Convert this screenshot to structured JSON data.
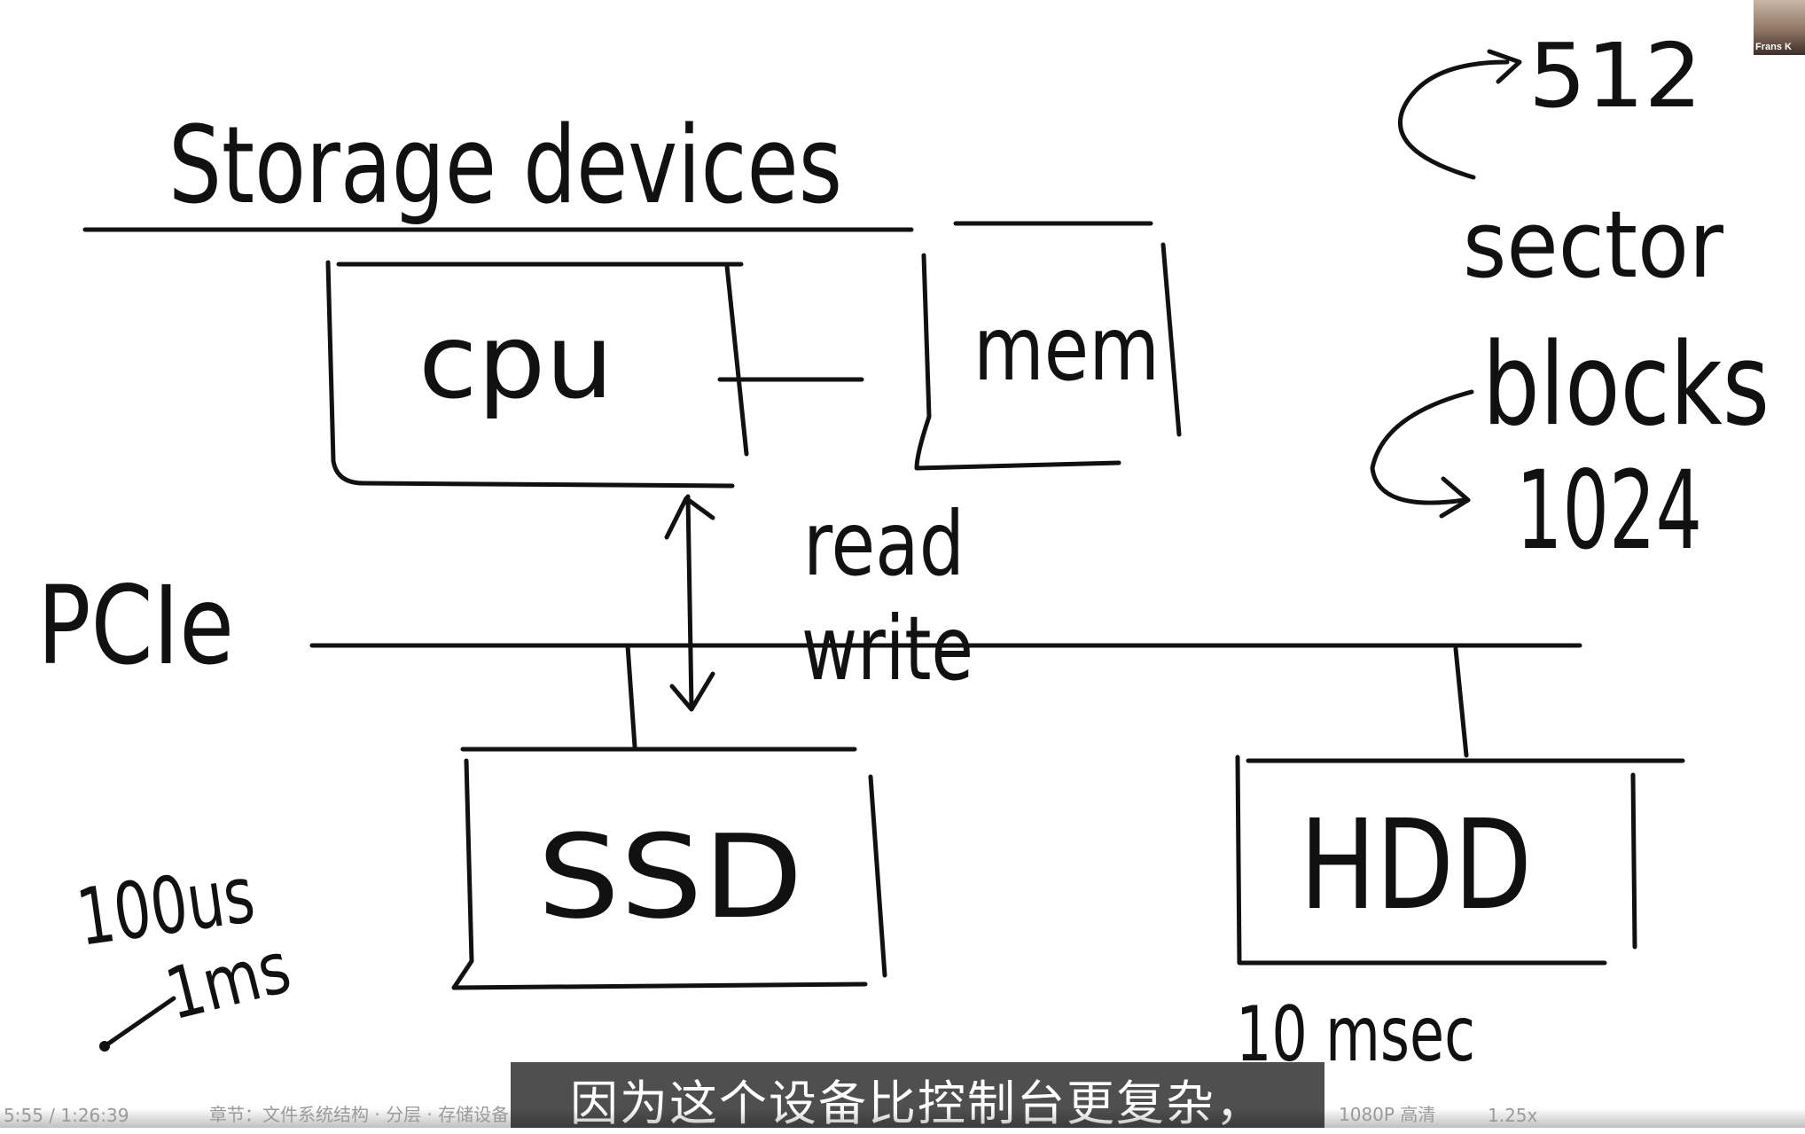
{
  "whiteboard": {
    "title": "Storage devices",
    "cpu": "cpu",
    "mem": "mem",
    "bus_label": "PCIe",
    "io_label_line1": "read",
    "io_label_line2": "write",
    "ssd": "SSD",
    "hdd": "HDD",
    "ssd_latency_1": "100us",
    "ssd_latency_2": "1ms",
    "hdd_latency": "10 msec",
    "sector_size": "512",
    "sector_word": "sector",
    "blocks_word": "blocks",
    "block_size": "1024"
  },
  "webcam": {
    "name": "Frans K"
  },
  "subtitle": {
    "text": "因为这个设备比控制台更复杂，"
  },
  "player": {
    "time": "5:55 / 1:26:39",
    "chapter": "章节：文件系统结构 · 分层 · 存储设备",
    "quality": "1080P 高清",
    "speed": "1.25x"
  },
  "colors": {
    "ink": "#111111",
    "background": "#ffffff",
    "subtitle_bg": "#282828",
    "subtitle_fg": "#ffffff"
  }
}
